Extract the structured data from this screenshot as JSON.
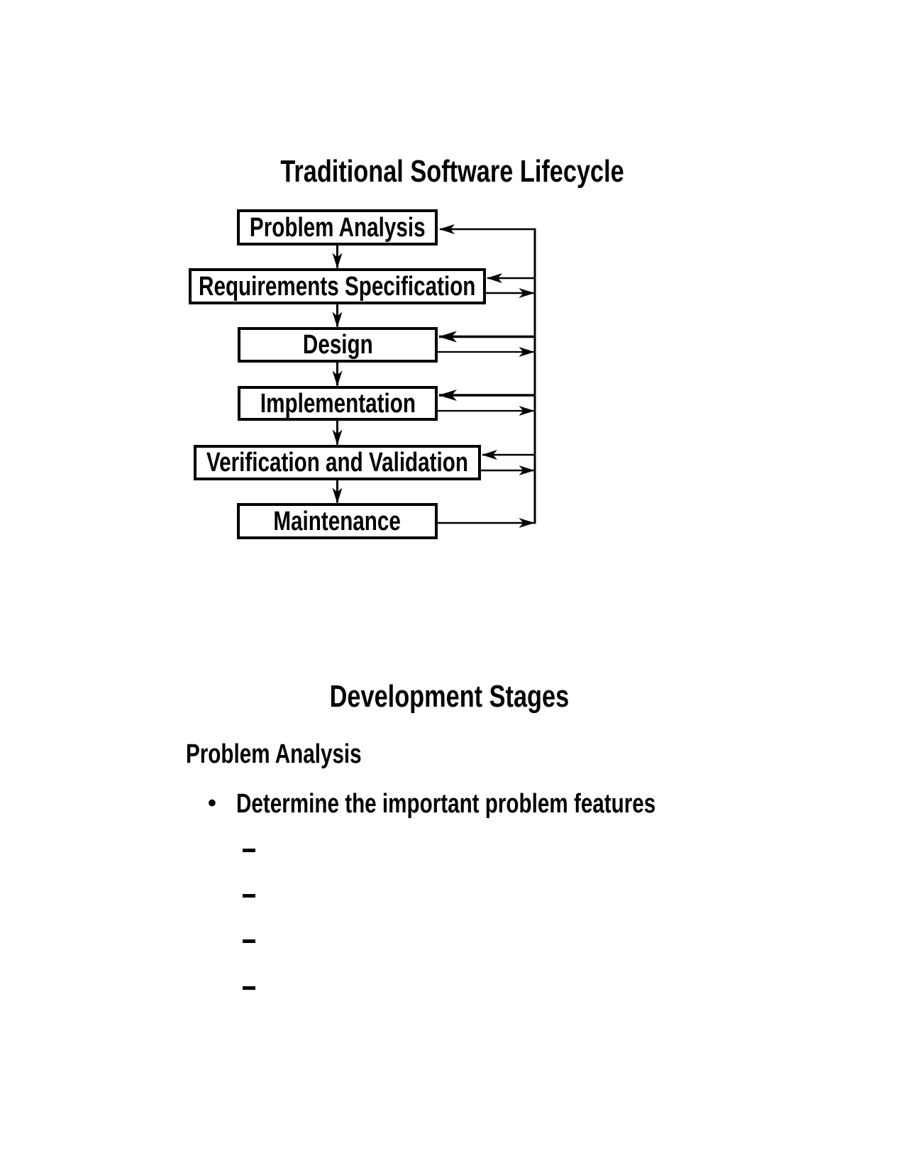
{
  "page": {
    "background": "#ffffff",
    "ink": "#000000"
  },
  "lifecycle_diagram": {
    "title": "Traditional Software Lifecycle",
    "stages": [
      {
        "label": "Problem Analysis"
      },
      {
        "label": "Requirements Specification"
      },
      {
        "label": "Design"
      },
      {
        "label": "Implementation"
      },
      {
        "label": "Verification and Validation"
      },
      {
        "label": "Maintenance"
      }
    ]
  },
  "development_stages": {
    "title": "Development Stages",
    "sections": [
      {
        "heading": "Problem Analysis",
        "bullets": [
          {
            "marker": "•",
            "text": "Determine the important problem features",
            "sub_items": [
              "",
              "",
              "",
              ""
            ]
          }
        ]
      }
    ]
  }
}
